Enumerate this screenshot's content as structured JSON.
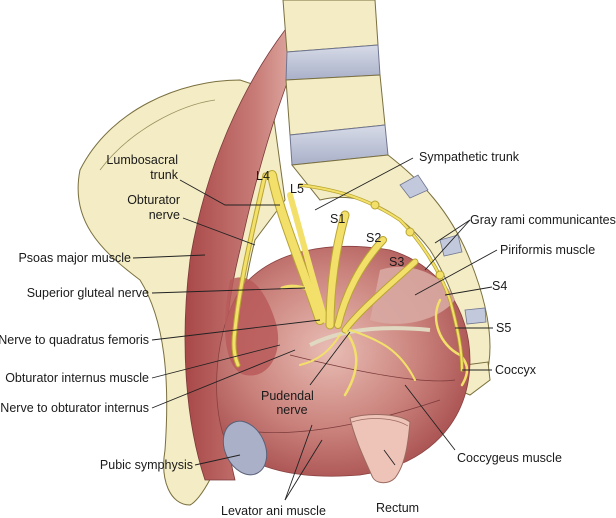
{
  "figure": {
    "title": "Sacral plexus and pelvic wall anatomy",
    "colors": {
      "bone": "#f3ecc4",
      "bone_outline": "#7a6f3e",
      "disc": "#c3c9dc",
      "muscle": "#b85a5a",
      "muscle_light": "#d99a95",
      "nerve": "#f2e06a",
      "nerve_outline": "#b9a432",
      "symphysis": "#a9b0c8",
      "rectum": "#efc4b8"
    }
  },
  "labels": {
    "lumbosacral_trunk_1": "Lumbosacral",
    "lumbosacral_trunk_2": "trunk",
    "obturator_nerve_1": "Obturator",
    "obturator_nerve_2": "nerve",
    "psoas_major": "Psoas major muscle",
    "superior_gluteal": "Superior gluteal nerve",
    "quadratus_femoris": "Nerve to quadratus femoris",
    "obturator_internus_muscle": "Obturator internus muscle",
    "nerve_obturator_internus": "Nerve to obturator internus",
    "pubic_symphysis": "Pubic symphysis",
    "levator_ani": "Levator ani muscle",
    "pudendal_1": "Pudendal",
    "pudendal_2": "nerve",
    "rectum": "Rectum",
    "coccygeus": "Coccygeus muscle",
    "coccyx": "Coccyx",
    "s5": "S5",
    "s4": "S4",
    "piriformis": "Piriformis muscle",
    "gray_rami": "Gray rami communicantes",
    "sympathetic_trunk": "Sympathetic trunk",
    "l4": "L4",
    "l5": "L5",
    "s1": "S1",
    "s2": "S2",
    "s3": "S3"
  }
}
